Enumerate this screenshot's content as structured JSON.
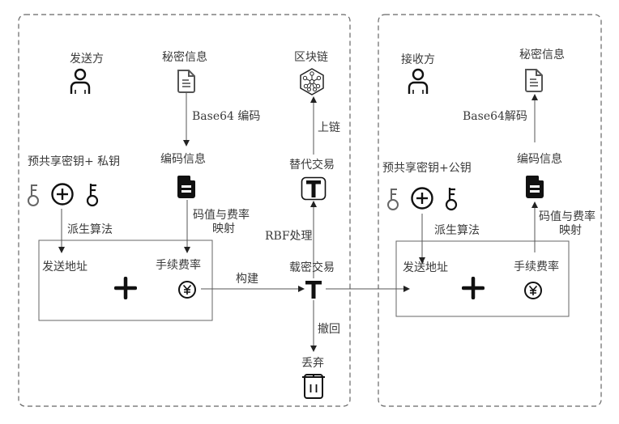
{
  "sender_panel": {
    "role_label": "发送方",
    "secret_label": "秘密信息",
    "encode_step_label": "Base64 编码",
    "encoded_label": "编码信息",
    "keys_label": "预共享密钥+ 私钥",
    "derive_label": "派生算法",
    "mapping_label_line1": "码值与费率",
    "mapping_label_line2": "映射",
    "address_label": "发送地址",
    "fee_label": "手续费率",
    "build_label": "构建",
    "stego_tx_label": "载密交易",
    "rbf_label": "RBF处理",
    "replace_tx_label": "替代交易",
    "onchain_label": "上链",
    "blockchain_label": "区块链",
    "revoke_label": "撤回",
    "discard_label": "丢弃"
  },
  "receiver_panel": {
    "role_label": "接收方",
    "secret_label": "秘密信息",
    "decode_step_label": "Base64解码",
    "encoded_label": "编码信息",
    "keys_label": "预共享密钥+公钥",
    "derive_label": "派生算法",
    "mapping_label_line1": "码值与费率",
    "mapping_label_line2": "映射",
    "address_label": "发送地址",
    "fee_label": "手续费率"
  },
  "colors": {
    "dashed_border": "#666666",
    "line": "#555555",
    "icon_dark": "#111111",
    "icon_gray": "#555555"
  }
}
